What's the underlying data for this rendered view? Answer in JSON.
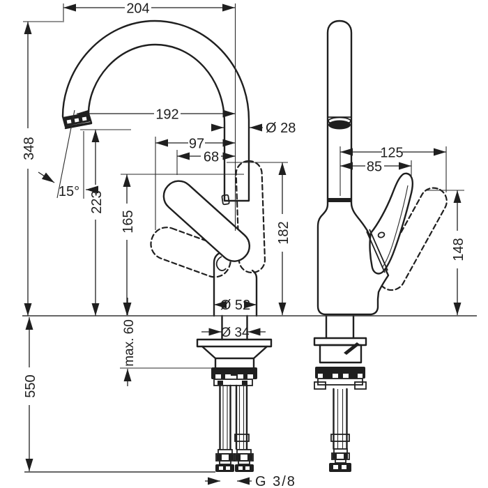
{
  "drawing": {
    "type": "technical-dimension-drawing",
    "subject": "kitchen mixer tap, side view and front view",
    "colors": {
      "line": "#1f1f1f",
      "background": "#ffffff"
    },
    "units": "mm"
  },
  "dims": {
    "d204": "204",
    "d348": "348",
    "d192": "192",
    "d28": "Ø 28",
    "d97": "97",
    "d68": "68",
    "angle15": "15°",
    "d223": "223",
    "d165": "165",
    "d182": "182",
    "d52": "Ø 52",
    "d34": "Ø 34",
    "max60": "max. 60",
    "d550": "550",
    "g38": "G 3/8",
    "d125": "125",
    "d85": "85",
    "d148": "148"
  }
}
